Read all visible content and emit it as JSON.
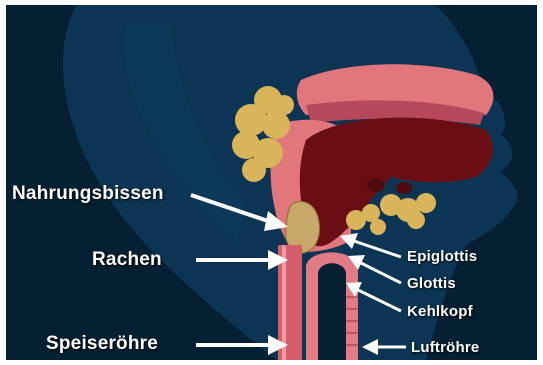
{
  "labels": {
    "bolus": "Nahrungsbissen",
    "pharynx": "Rachen",
    "esophagus": "Speiseröhre",
    "epiglottis": "Epiglottis",
    "glottis": "Glottis",
    "larynx": "Kehlkopf",
    "trachea": "Luftröhre"
  },
  "colors": {
    "background": "#062033",
    "head_silhouette": "#0b3553",
    "tissue_pink": "#e2767d",
    "tongue_dark_red": "#6a0e14",
    "fat_yellow": "#d9b45a",
    "arrow_white": "#ffffff"
  }
}
